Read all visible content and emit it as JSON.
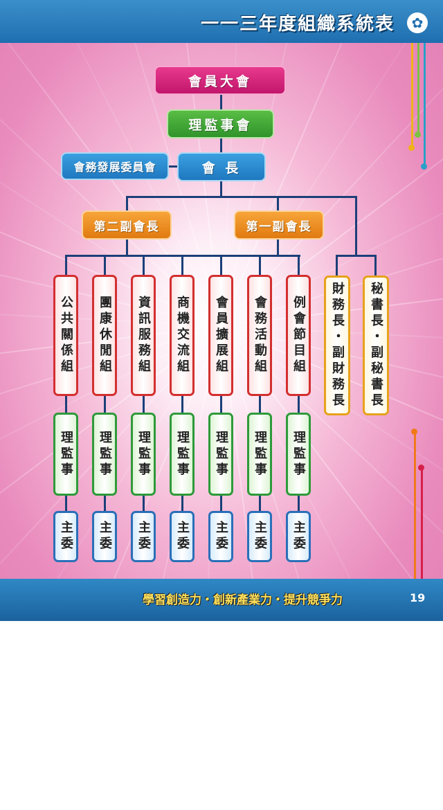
{
  "header": {
    "title": "一一三年度組織系統表",
    "logo_icon": "lions-emblem-icon"
  },
  "chart": {
    "general_assembly": "會員大會",
    "board": "理監事會",
    "dev_committee": "會務發展委員會",
    "president": "會 長",
    "second_vp": "第二副會長",
    "first_vp": "第一副會長",
    "groups": [
      "公共關係組",
      "團康休閒組",
      "資訊服務組",
      "商機交流組",
      "會員擴展組",
      "會務活動組",
      "例會節目組"
    ],
    "officers": [
      "財務長・副財務長",
      "秘書長・副秘書長"
    ],
    "group_director": "理監事",
    "group_chair": "主委"
  },
  "footer": {
    "slogan": "學習創造力・創新產業力・提升競爭力",
    "page_number": "19"
  },
  "colors": {
    "header": "#1f6fb0",
    "magenta": "#d61c7a",
    "green": "#3aa335",
    "blue": "#2a86cf",
    "orange": "#f08a1c",
    "group_border": "#d32f2f",
    "director_border": "#2e9a3a",
    "chair_border": "#2a6fb8",
    "officer_border": "#e6a21b",
    "connector": "#1b3f78"
  }
}
